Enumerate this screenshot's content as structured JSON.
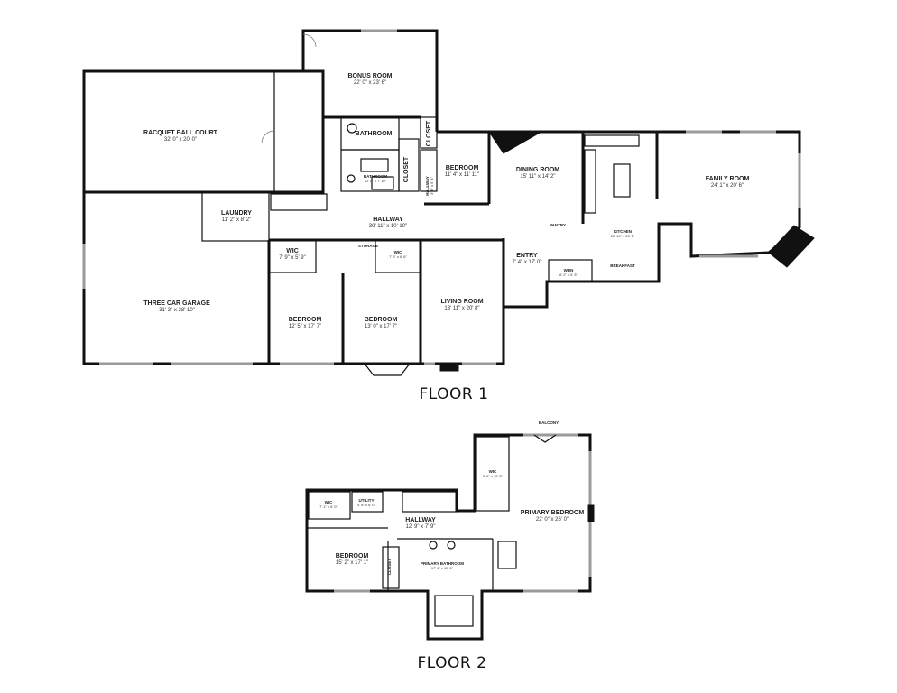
{
  "floors": {
    "floor1": "FLOOR 1",
    "floor2": "FLOOR 2"
  },
  "floor1_rooms": {
    "bonus": {
      "name": "BONUS ROOM",
      "dims": "22' 0\" x 23' 6\""
    },
    "racquet": {
      "name": "RACQUET BALL COURT",
      "dims": "32' 0\" x 20' 0\""
    },
    "bath1": {
      "name": "BATHROOM"
    },
    "bath2": {
      "name": "BATHROOM",
      "dims": "12' 8\" x 7' 10\""
    },
    "closet1": {
      "name": "CLOSET"
    },
    "closet2": {
      "name": "CLOSET"
    },
    "hallway_s": {
      "name": "HALLWAY",
      "dims": "3' 6\" x 5' 4\""
    },
    "bedroom1": {
      "name": "BEDROOM",
      "dims": "11' 4\" x 11' 11\""
    },
    "dining": {
      "name": "DINING ROOM",
      "dims": "15' 11\" x 14' 2\""
    },
    "family": {
      "name": "FAMILY ROOM",
      "dims": "24' 1\" x 20' 6\""
    },
    "laundry": {
      "name": "LAUNDRY",
      "dims": "11' 2\" x 8' 2\""
    },
    "hallway": {
      "name": "HALLWAY",
      "dims": "39' 11\" x 10' 10\""
    },
    "wic1": {
      "name": "WIC",
      "dims": "7' 9\" x 5' 9\""
    },
    "wic2": {
      "name": "WIC",
      "dims": "7' 6\" x 6' 6\""
    },
    "storage": {
      "name": "STORAGE"
    },
    "kitchen": {
      "name": "KITCHEN",
      "dims": "22' 10\" x 25' 1\""
    },
    "pantry": {
      "name": "PANTRY"
    },
    "entry": {
      "name": "ENTRY",
      "dims": "7' 4\" x 17' 0\""
    },
    "wdn": {
      "name": "WDN",
      "dims": "6' 2\" x 5' 3\""
    },
    "breakfast": {
      "name": "BREAKFAST"
    },
    "garage": {
      "name": "THREE CAR GARAGE",
      "dims": "31' 3\" x 28' 10\""
    },
    "bedroom2": {
      "name": "BEDROOM",
      "dims": "12' 5\" x 17' 7\""
    },
    "bedroom3": {
      "name": "BEDROOM",
      "dims": "13' 0\" x 17' 7\""
    },
    "living": {
      "name": "LIVING ROOM",
      "dims": "13' 11\" x 20' 8\""
    }
  },
  "floor2_rooms": {
    "balcony": {
      "name": "BALCONY"
    },
    "wic_big": {
      "name": "WIC",
      "dims": "5' 6\" x 10' 8\""
    },
    "primary": {
      "name": "PRIMARY BEDROOM",
      "dims": "22' 0\" x 26' 0\""
    },
    "wic_small": {
      "name": "WIC",
      "dims": "7' 1\" x 6' 0\""
    },
    "utility": {
      "name": "UTILITY",
      "dims": "4' 8\" x 6' 0\""
    },
    "hallway2": {
      "name": "HALLWAY",
      "dims": "12' 9\" x 7' 9\""
    },
    "bedroom4": {
      "name": "BEDROOM",
      "dims": "15' 2\" x 17' 1\""
    },
    "closet3": {
      "name": "CLOSET"
    },
    "pbath": {
      "name": "PRIMARY BATHROOM",
      "dims": "17' 6\" x 15' 6\""
    }
  }
}
